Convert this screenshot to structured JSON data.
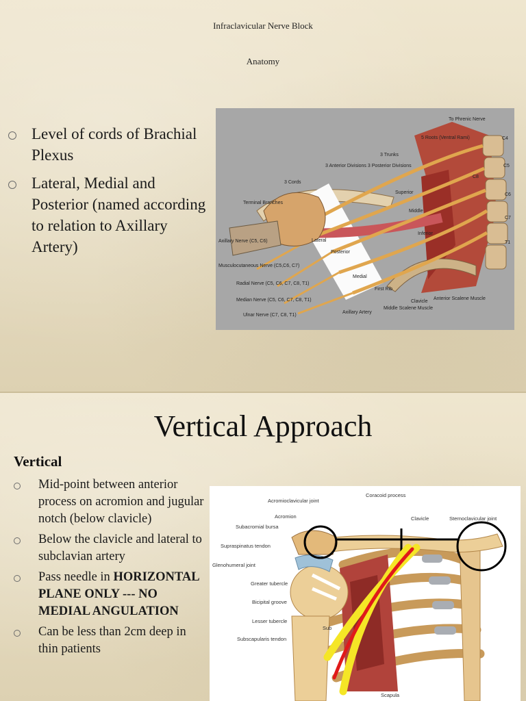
{
  "slide1": {
    "title": "Infraclavicular Nerve Block",
    "subtitle": "Anatomy",
    "bullets": [
      "Level of cords of Brachial Plexus",
      "Lateral, Medial and Posterior (named according to relation to Axillary Artery)"
    ],
    "figure_labels": {
      "phrenic": "To Phrenic Nerve",
      "roots": "5 Roots (Ventral Rami)",
      "trunks": "3 Trunks",
      "divisions": "3 Anterior Divisions 3 Posterior Divisions",
      "cords": "3 Cords",
      "terminal": "Terminal Branches",
      "c4": "C4",
      "c5": "C5",
      "c6": "C6",
      "c7": "C7",
      "c8": "C8",
      "t1": "T1",
      "superior": "Superior",
      "middle": "Middle",
      "inferior": "Inferior",
      "lateral": "Lateral",
      "posterior": "Posterior",
      "medial": "Medial",
      "axillary_nerve": "Axillary Nerve (C5, C6)",
      "musculocutaneous": "Musculocutaneous Nerve (C5,C6, C7)",
      "radial": "Radial Nerve (C5, C6, C7, C8, T1)",
      "median": "Median Nerve (C5, C6, C7, C8, T1)",
      "ulnar": "Ulnar Nerve (C7, C8, T1)",
      "axillary_artery": "Axillary Artery",
      "first_rib": "First Rib",
      "clavicle": "Clavicle",
      "middle_scalene": "Middle Scalene Muscle",
      "anterior_scalene": "Anterior Scalene Muscle"
    }
  },
  "slide2": {
    "title": "Vertical Approach",
    "subheading": "Vertical",
    "bullets": [
      "Mid-point between anterior process on acromion and jugular notch (below clavicle)",
      "Below the clavicle and lateral to subclavian artery"
    ],
    "bullet3": {
      "pre": "Pass needle in ",
      "bold": "HORIZONTAL PLANE ONLY  --- NO MEDIAL ANGULATION"
    },
    "bullet4": "Can be less than 2cm deep in thin patients",
    "figure_labels": {
      "acromioclavicular": "Acromioclavicular joint",
      "coracoid": "Coracoid process",
      "clavicle": "Clavicle",
      "sternoclavicular": "Sternoclavicular joint",
      "acromion": "Acromion",
      "subacromial": "Subacromial bursa",
      "supraspinatus": "Supraspinatus tendon",
      "glenohumeral": "Glenohumeral joint",
      "greater_tubercle": "Greater tubercle",
      "bicipital": "Bicipital groove",
      "lesser_tubercle": "Lesser tubercle",
      "subscapularis": "Subscapularis tendon",
      "scapula": "Scapula",
      "sub": "Sub"
    }
  }
}
